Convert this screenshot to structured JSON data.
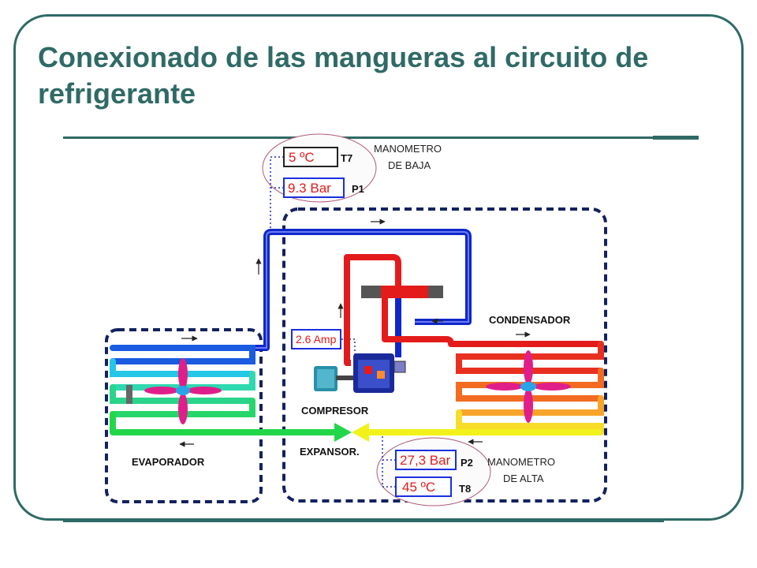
{
  "slide": {
    "title": "Conexionado de las mangueras al circuito de refrigerante"
  },
  "low_gauge": {
    "label_line1": "MANOMETRO",
    "label_line2": "DE BAJA",
    "temperature": "5 ºC",
    "temperature_tag": "T7",
    "pressure": "9.3  Bar",
    "pressure_tag": "P1"
  },
  "high_gauge": {
    "label_line1": "MANOMETRO",
    "label_line2": "DE ALTA",
    "pressure": "27,3 Bar",
    "pressure_tag": "P2",
    "temperature": "45 ºC",
    "temperature_tag": "T8"
  },
  "compressor": {
    "current": "2.6 Amp",
    "label": "COMPRESOR"
  },
  "components": {
    "condenser": "CONDENSADOR",
    "evaporator": "EVAPORADOR",
    "expansion": "EXPANSOR."
  },
  "colors": {
    "accent": "#2f6a66",
    "low_pressure_line": "#1a2fe0",
    "high_pressure_line": "#e41b1b",
    "liquid_line": "#f2f21a",
    "expansion_line": "#22d64a",
    "dashed_border": "#13215e"
  }
}
